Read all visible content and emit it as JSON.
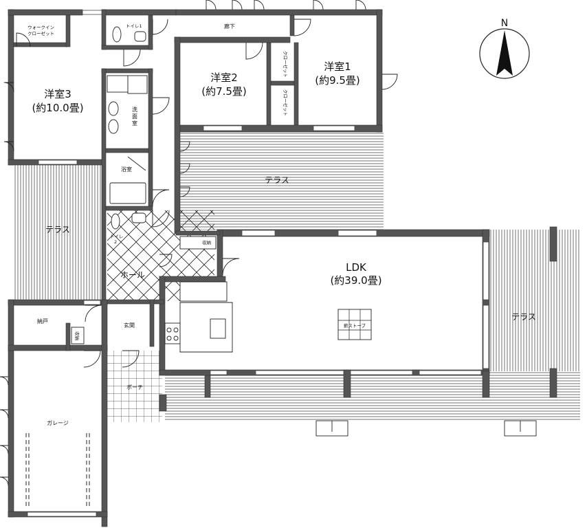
{
  "compass": {
    "label": "N"
  },
  "rooms": {
    "walk_in_closet": {
      "line1": "ウォークイン",
      "line2": "クローゼット"
    },
    "toilet1": "トイレ1",
    "corridor": "廊下",
    "western3": {
      "name": "洋室3",
      "size": "(約10.0畳)"
    },
    "western2": {
      "name": "洋室2",
      "size": "(約7.5畳)"
    },
    "western1": {
      "name": "洋室1",
      "size": "(約9.5畳)"
    },
    "closet_a": "クローゼット",
    "closet_b": "クローゼット",
    "washroom": {
      "c1": "洗",
      "c2": "面",
      "c3": "室"
    },
    "bathroom": "浴室",
    "toilet2": {
      "line1": "トイレ",
      "line2": "2"
    },
    "storage": "収納",
    "terrace_west": "テラス",
    "terrace_north": "テラス",
    "terrace_east": "テラス",
    "hall": "ホール",
    "ldk": {
      "name": "LDK",
      "size": "(約39.0畳)"
    },
    "wood_stove": "薪ストーブ",
    "nando": "納戸",
    "small_storage": "収納",
    "entrance": "玄関",
    "porch": "ポーチ",
    "garage": "ガレージ"
  }
}
